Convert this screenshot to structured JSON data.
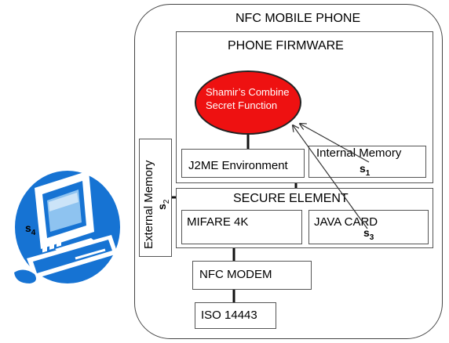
{
  "diagram": {
    "phone_title": "NFC MOBILE PHONE",
    "firmware_title": "PHONE FIRMWARE",
    "combine_function": {
      "line1": "Shamir’s Combine",
      "line2": "Secret Function"
    },
    "j2me": "J2ME Environment",
    "internal_memory": {
      "label": "Internal Memory",
      "share": "s",
      "share_sub": "1"
    },
    "external_memory": {
      "label": "External Memory",
      "share": "s",
      "share_sub": "2"
    },
    "secure_element": "SECURE ELEMENT",
    "mifare": "MIFARE  4K",
    "java_card": {
      "label": "JAVA  CARD",
      "share": "s",
      "share_sub": "3"
    },
    "nfc_modem": "NFC  MODEM",
    "iso": "ISO 14443",
    "computer": {
      "share": "s",
      "share_sub": "4"
    }
  },
  "colors": {
    "ellipse_fill": "#ee1111",
    "computer_blue": "#1673d3",
    "computer_fill": "#8ec3f0"
  },
  "icons": {
    "computer": "desktop-computer-icon"
  }
}
